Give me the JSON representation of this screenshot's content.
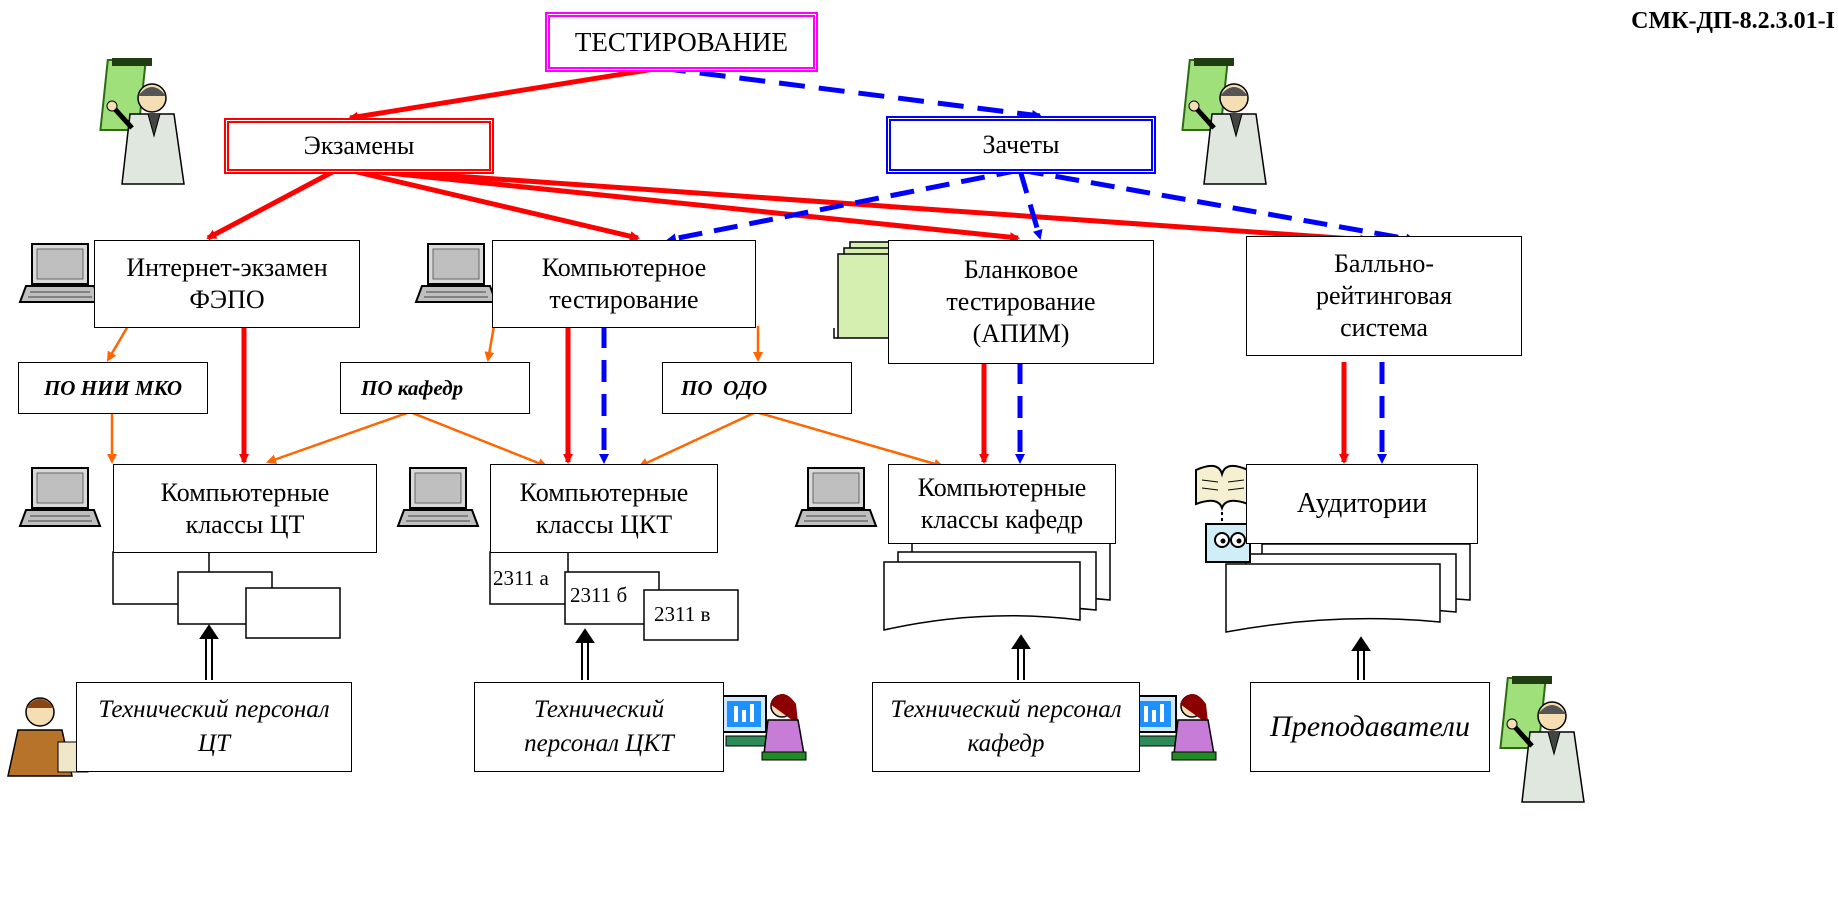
{
  "doc_code": "СМК-ДП-8.2.3.01-I",
  "root": "ТЕСТИРОВАНИЕ",
  "branches": {
    "exams": "Экзамены",
    "credits": "Зачеты"
  },
  "methods": [
    {
      "line1": "Интернет-экзамен",
      "line2": "ФЭПО"
    },
    {
      "line1": "Компьютерное",
      "line2": "тестирование"
    },
    {
      "line1": "Бланковое",
      "line2": "тестирование",
      "line3": "(АПИМ)"
    },
    {
      "line1": "Балльно-",
      "line2": "рейтинговая",
      "line3": "система"
    }
  ],
  "software": [
    "ПО НИИ МКО",
    "ПО кафедр",
    "ПО  ОДО"
  ],
  "classes": [
    {
      "line1": "Компьютерные",
      "line2": "классы ЦТ"
    },
    {
      "line1": "Компьютерные",
      "line2": "классы ЦКТ"
    },
    {
      "line1": "Компьютерные",
      "line2": "классы кафедр"
    },
    {
      "line1": "Аудитории"
    }
  ],
  "rooms": [
    "2311 а",
    "2311 б",
    "2311 в"
  ],
  "staff": [
    {
      "line1": "Технический персонал",
      "line2": "ЦТ"
    },
    {
      "line1": "Технический",
      "line2": "персонал ЦКТ"
    },
    {
      "line1": "Технический персонал",
      "line2": "кафедр"
    },
    {
      "line1": "Преподаватели"
    }
  ],
  "colors": {
    "exams": "#ff0000",
    "credits": "#0000ff",
    "software": "#ff6600",
    "root_border": "#ff00ff"
  },
  "icons": [
    "teacher-icon",
    "laptop-icon",
    "documents-icon",
    "book-icon",
    "operator-icon"
  ]
}
